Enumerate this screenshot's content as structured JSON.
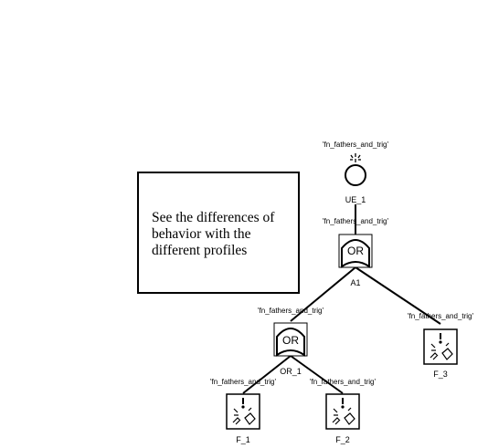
{
  "note": {
    "text": "See the differences of behavior with the different profiles"
  },
  "nodes": {
    "ue_1": {
      "type": "undeveloped-event",
      "label": "UE_1",
      "profile": "'fn_fathers_and_trig'"
    },
    "a1": {
      "type": "or-gate",
      "label": "A1",
      "gate_text": "OR",
      "profile": "'fn_fathers_and_trig'"
    },
    "or_1": {
      "type": "or-gate",
      "label": "OR_1",
      "gate_text": "OR",
      "profile": "'fn_fathers_and_trig'"
    },
    "f_3": {
      "type": "failure-event",
      "label": "F_3",
      "profile": "'fn_fathers_and_trig'"
    },
    "f_1": {
      "type": "failure-event",
      "label": "F_1",
      "profile": "'fn_fathers_and_trig'"
    },
    "f_2": {
      "type": "failure-event",
      "label": "F_2",
      "profile": "'fn_fathers_and_trig'"
    }
  },
  "edges": [
    [
      "ue_1",
      "a1"
    ],
    [
      "a1",
      "or_1"
    ],
    [
      "a1",
      "f_3"
    ],
    [
      "or_1",
      "f_1"
    ],
    [
      "or_1",
      "f_2"
    ]
  ]
}
